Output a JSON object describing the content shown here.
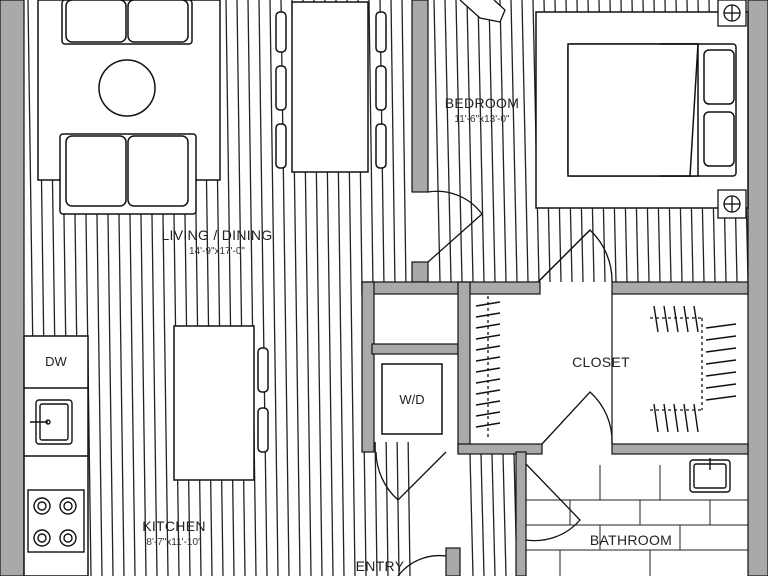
{
  "colors": {
    "wall": "#a9a9a9",
    "line": "#111111",
    "floor_line": "#222222",
    "background": "#ffffff"
  },
  "rooms": {
    "living_dining": {
      "label": "LIVING / DINING",
      "dimensions": "14'-9\"x17'-0\""
    },
    "bedroom": {
      "label": "BEDROOM",
      "dimensions": "11'-6\"x13'-0\""
    },
    "closet": {
      "label": "CLOSET"
    },
    "kitchen": {
      "label": "KITCHEN",
      "dimensions": "8'-7\"x11'-10\""
    },
    "bathroom": {
      "label": "BATHROOM"
    },
    "entry": {
      "label": "ENTRY"
    }
  },
  "fixtures": {
    "dishwasher": "DW",
    "washer_dryer": "W/D"
  },
  "icons": [
    "sofa-icon",
    "armchair-icon",
    "coffee-table-icon",
    "dining-table-icon",
    "bed-icon",
    "pillow-icon",
    "kitchen-island-icon",
    "sink-icon",
    "stove-icon",
    "door-swing-icon",
    "closet-hanger-icon",
    "electrical-outlet-icon",
    "bathroom-sink-icon"
  ]
}
